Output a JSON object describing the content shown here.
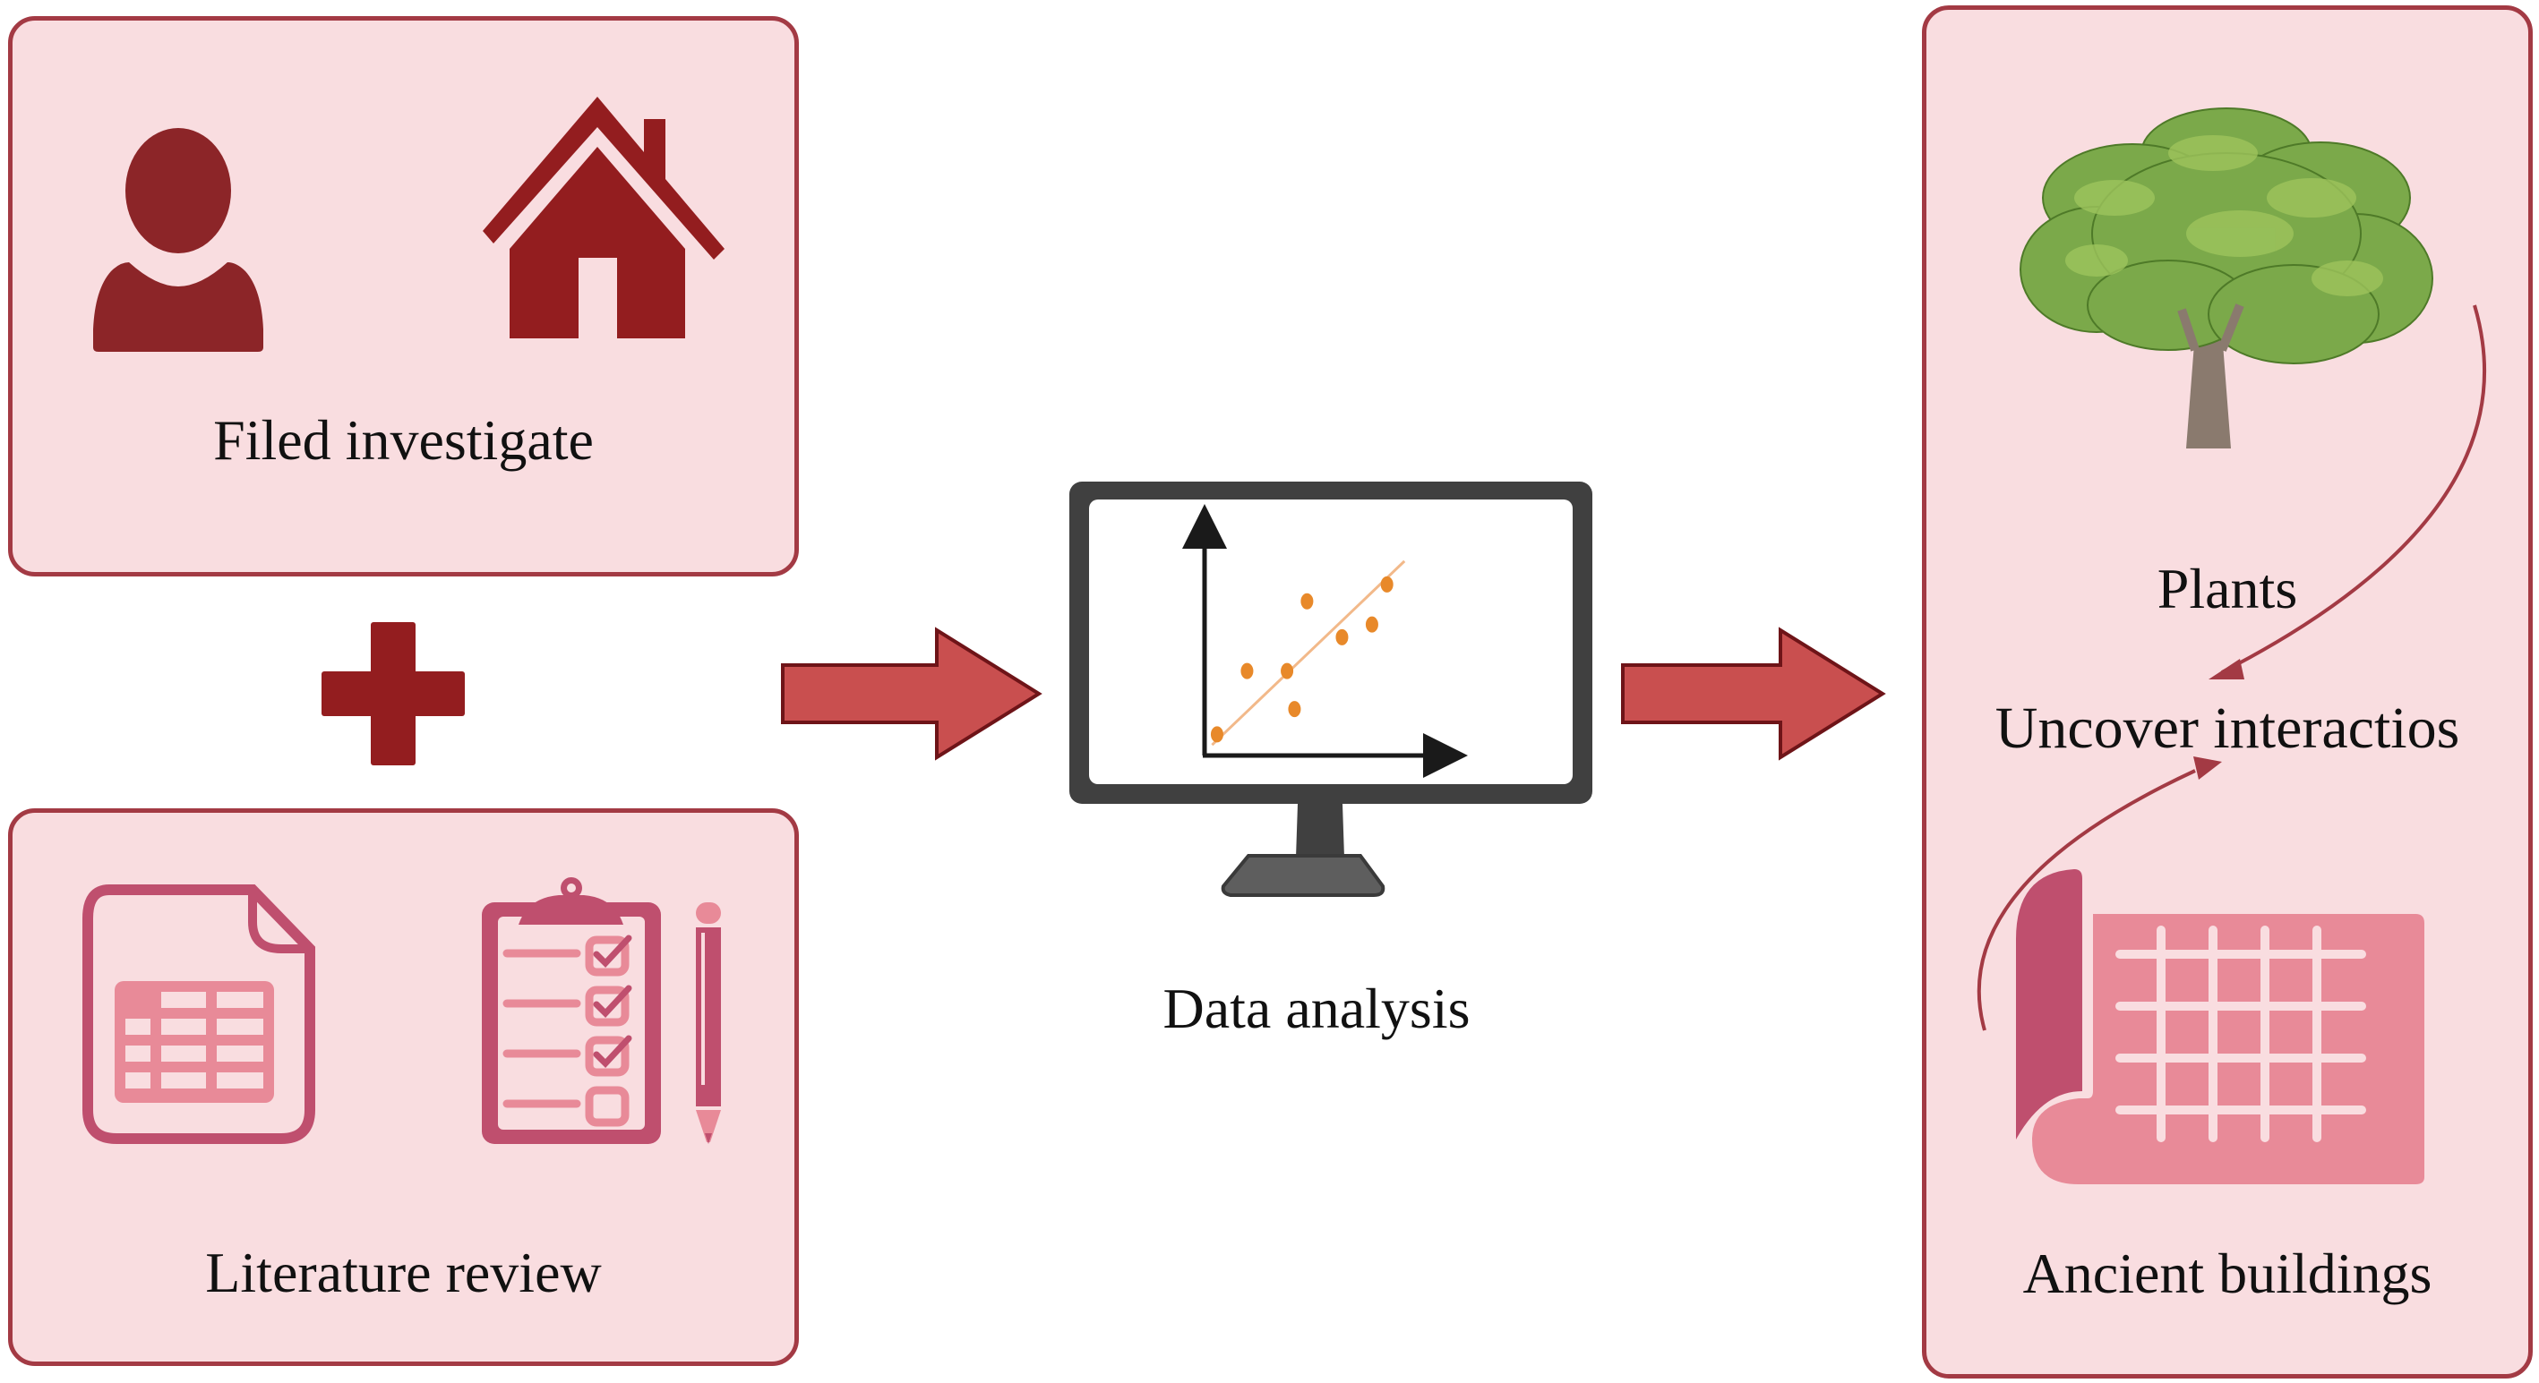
{
  "diagram": {
    "title": "Research workflow: field investigation and literature review feed data analysis to uncover plant–ancient building interactions",
    "colors": {
      "panel_fill": "#f9dde0",
      "panel_border": "#a33a44",
      "dark_red": "#8f1f22",
      "arrow_fill": "#c94f4f",
      "arrow_border": "#6e1418",
      "pink_dark": "#bf4f6e",
      "pink_light": "#e88a98",
      "monitor": "#404040",
      "scatter_point": "#e8892a",
      "trend_line": "#f2b98a",
      "tree_green": "#7ba94a",
      "tree_trunk": "#8a7a6e"
    },
    "input_top": {
      "label": "Filed investigate",
      "icons": [
        "person-icon",
        "house-icon"
      ]
    },
    "combine_symbol": "+",
    "input_bottom": {
      "label": "Literature review",
      "icons": [
        "spreadsheet-document-icon",
        "checklist-clipboard-icon",
        "pencil-icon"
      ]
    },
    "process": {
      "label": "Data analysis",
      "icon": "monitor-scatter-plot-icon"
    },
    "output": {
      "top_label": "Plants",
      "center_label": "Uncover interactios",
      "bottom_label": "Ancient buildings",
      "icons": [
        "tree-icon",
        "blueprint-icon"
      ]
    },
    "flow": [
      "input_top + input_bottom",
      "process",
      "output"
    ]
  },
  "chart_data": {
    "type": "scatter",
    "title": "",
    "xlabel": "",
    "ylabel": "",
    "points": [
      {
        "x": 0.05,
        "y": 0.1
      },
      {
        "x": 0.17,
        "y": 0.4
      },
      {
        "x": 0.33,
        "y": 0.4
      },
      {
        "x": 0.36,
        "y": 0.22
      },
      {
        "x": 0.41,
        "y": 0.73
      },
      {
        "x": 0.55,
        "y": 0.56
      },
      {
        "x": 0.67,
        "y": 0.62
      },
      {
        "x": 0.73,
        "y": 0.81
      }
    ],
    "trendline": {
      "x0": 0.03,
      "y0": 0.05,
      "x1": 0.8,
      "y1": 0.92
    },
    "xlim": [
      0,
      1
    ],
    "ylim": [
      0,
      1
    ],
    "grid": false
  }
}
